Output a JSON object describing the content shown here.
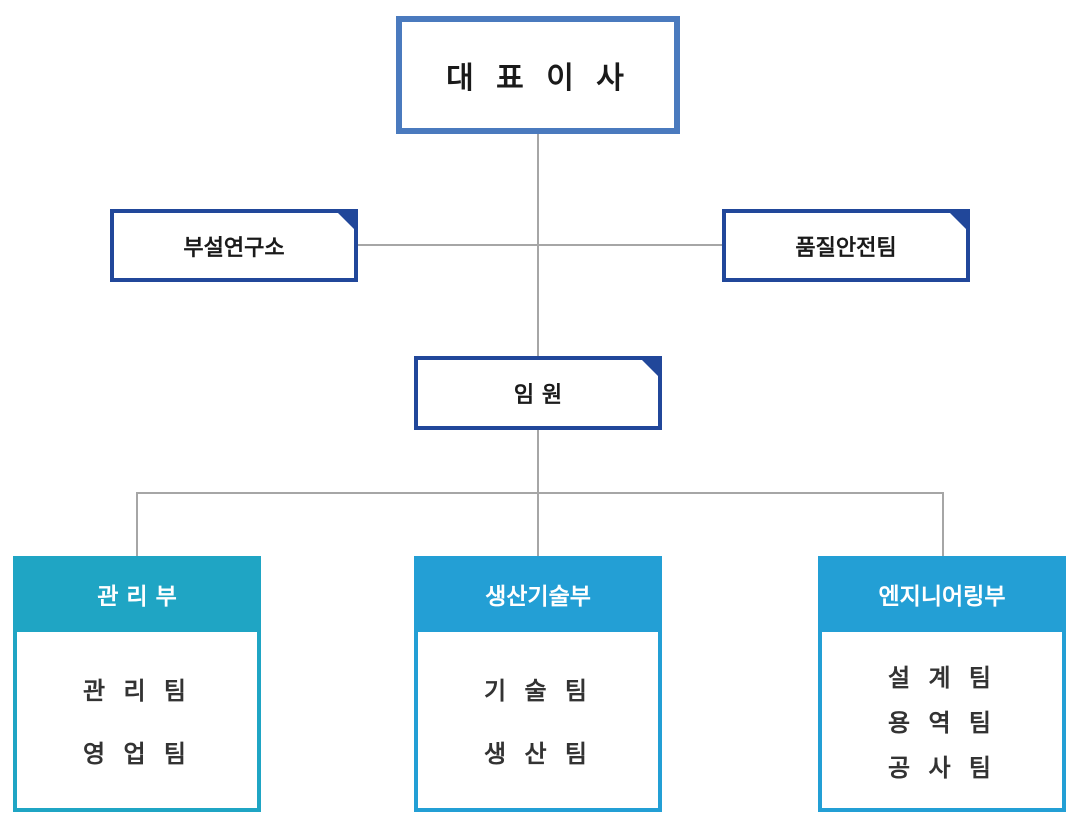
{
  "ceo": {
    "label": "대 표 이 사"
  },
  "side_units": {
    "left": "부설연구소",
    "right": "품질안전팀"
  },
  "executive": {
    "label": "임 원"
  },
  "departments": [
    {
      "name": "관 리 부",
      "teams": [
        "관 리 팀",
        "영 업 팀"
      ]
    },
    {
      "name": "생산기술부",
      "teams": [
        "기 술 팀",
        "생 산 팀"
      ]
    },
    {
      "name": "엔지니어링부",
      "teams": [
        "설 계 팀",
        "용 역 팀",
        "공 사 팀"
      ]
    }
  ],
  "colors": {
    "ceo_border": "#4a7abe",
    "unit_border": "#21479a",
    "dept_teal": "#1fa5c4",
    "dept_blue": "#239fd5",
    "connector": "#a6a6a6"
  }
}
